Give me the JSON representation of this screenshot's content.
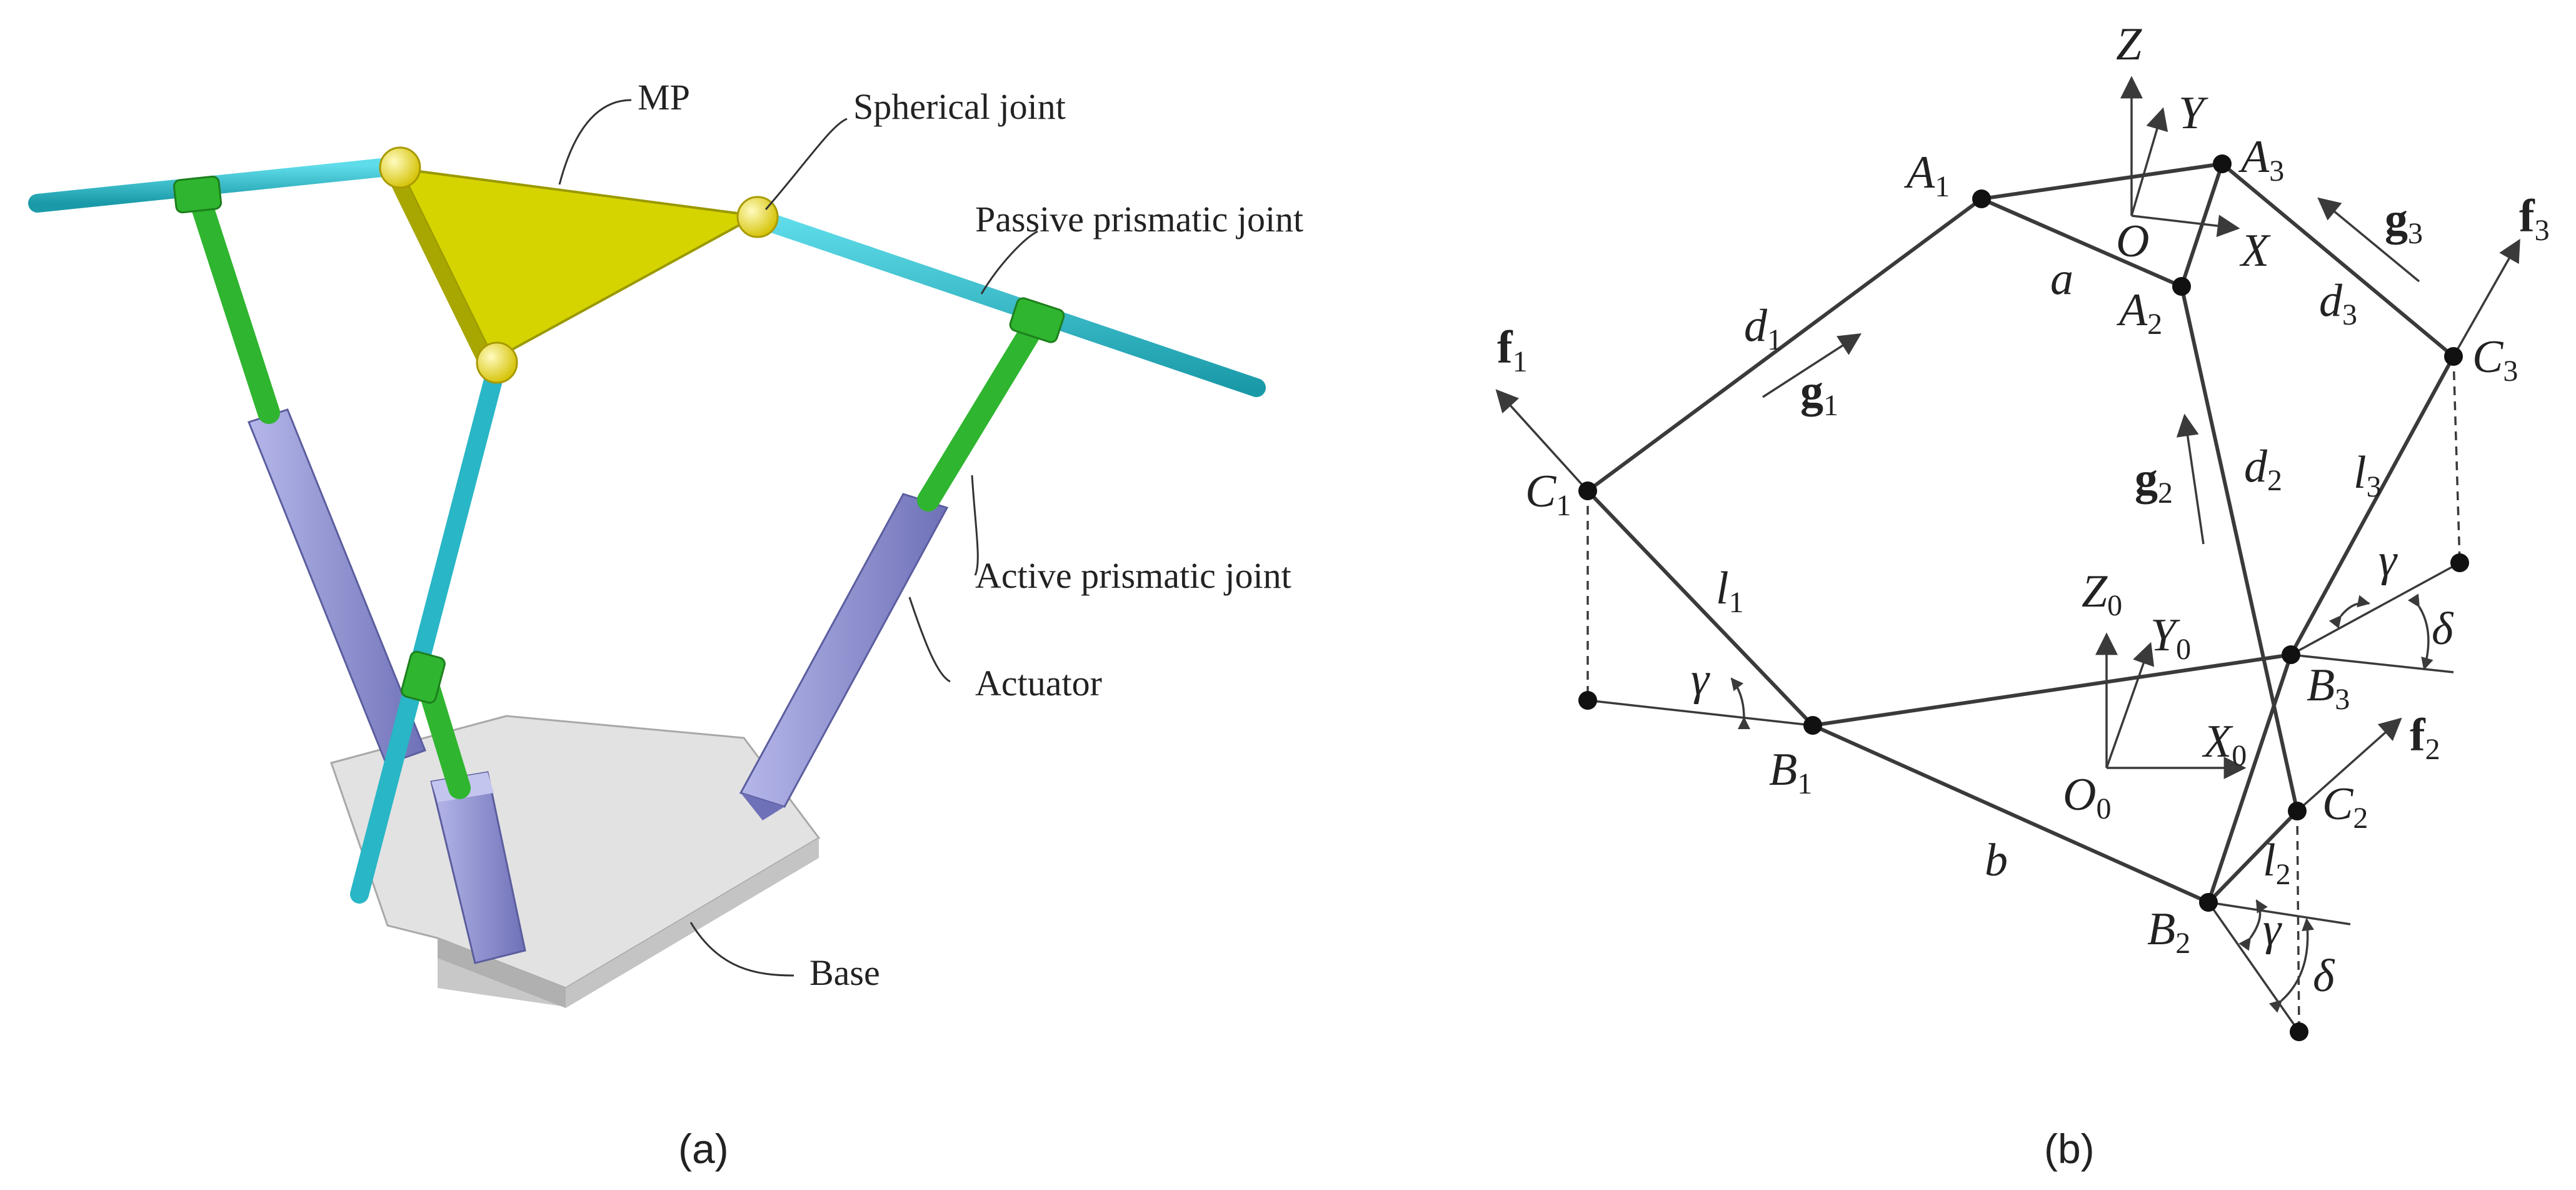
{
  "colors": {
    "rail": "#29b6c6",
    "link_green": "#2fb52f",
    "actuator": "#8d8fd0",
    "platform": "#d6d400",
    "joint": "#f2e11e",
    "base": "#d9d9d9",
    "lines": "#3a3a3a"
  },
  "panel_a": {
    "label": "(a)",
    "callouts": {
      "mp": "MP",
      "spherical": "Spherical joint",
      "passive": "Passive prismatic joint",
      "active": "Active prismatic joint",
      "actuator": "Actuator",
      "base": "Base"
    }
  },
  "panel_b": {
    "label": "(b)",
    "points": {
      "A1": {
        "base": "A",
        "sub": "1"
      },
      "A2": {
        "base": "A",
        "sub": "2"
      },
      "A3": {
        "base": "A",
        "sub": "3"
      },
      "B1": {
        "base": "B",
        "sub": "1"
      },
      "B2": {
        "base": "B",
        "sub": "2"
      },
      "B3": {
        "base": "B",
        "sub": "3"
      },
      "C1": {
        "base": "C",
        "sub": "1"
      },
      "C2": {
        "base": "C",
        "sub": "2"
      },
      "C3": {
        "base": "C",
        "sub": "3"
      }
    },
    "frames": {
      "moving": {
        "origin": "O",
        "x": "X",
        "y": "Y",
        "z": "Z"
      },
      "fixed": {
        "origin": {
          "base": "O",
          "sub": "0"
        },
        "x": {
          "base": "X",
          "sub": "0"
        },
        "y": {
          "base": "Y",
          "sub": "0"
        },
        "z": {
          "base": "Z",
          "sub": "0"
        }
      }
    },
    "lengths": {
      "d1": {
        "base": "d",
        "sub": "1"
      },
      "d2": {
        "base": "d",
        "sub": "2"
      },
      "d3": {
        "base": "d",
        "sub": "3"
      },
      "l1": {
        "base": "l",
        "sub": "1"
      },
      "l2": {
        "base": "l",
        "sub": "2"
      },
      "l3": {
        "base": "l",
        "sub": "3"
      },
      "a": "a",
      "b": "b"
    },
    "vectors": {
      "f1": {
        "base": "f",
        "sub": "1"
      },
      "f2": {
        "base": "f",
        "sub": "2"
      },
      "f3": {
        "base": "f",
        "sub": "3"
      },
      "g1": {
        "base": "g",
        "sub": "1"
      },
      "g2": {
        "base": "g",
        "sub": "2"
      },
      "g3": {
        "base": "g",
        "sub": "3"
      }
    },
    "angles": {
      "gamma": "γ",
      "delta": "δ"
    }
  }
}
